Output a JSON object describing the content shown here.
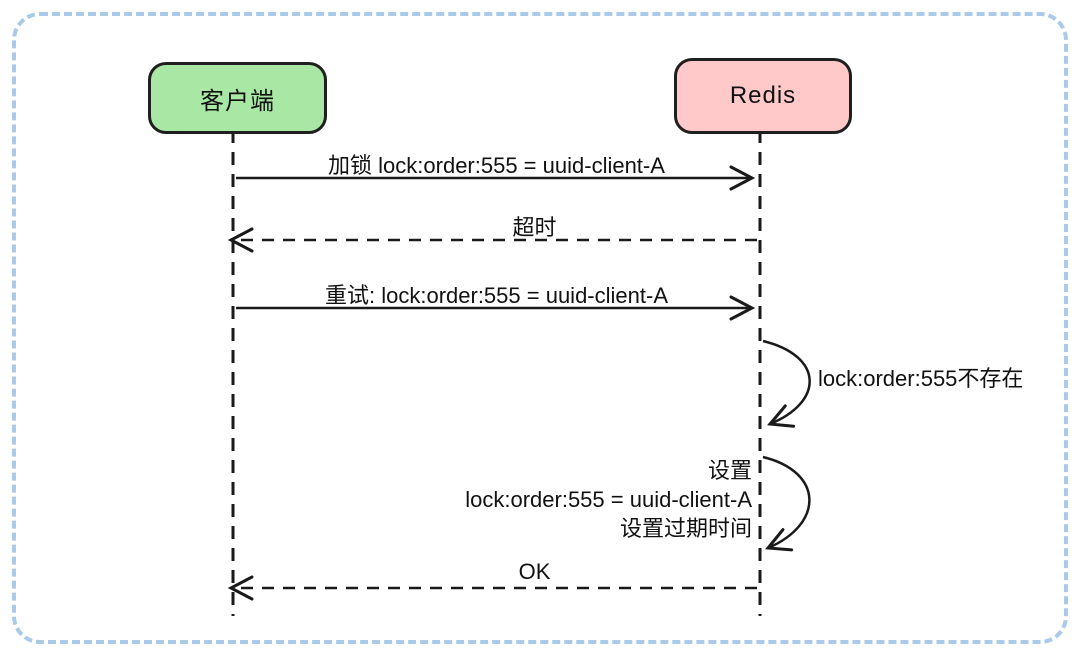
{
  "diagram": {
    "type": "sequence-diagram",
    "colors": {
      "frame_border": "#abc9e8",
      "stroke": "#1a1a1a",
      "actor_border": "#1f1f1f",
      "client_fill": "#a9e7a4",
      "redis_fill": "#ffc9c9"
    },
    "actors": [
      {
        "label": "客户端",
        "fill": "#a9e7a4"
      },
      {
        "label": "Redis",
        "fill": "#ffc9c9"
      }
    ],
    "messages": [
      {
        "label": "加锁 lock:order:555 = uuid-client-A",
        "style": "solid",
        "from": "客户端",
        "to": "Redis"
      },
      {
        "label": "超时",
        "style": "dashed",
        "from": "Redis",
        "to": "客户端"
      },
      {
        "label": "重试: lock:order:555 = uuid-client-A",
        "style": "solid",
        "from": "客户端",
        "to": "Redis"
      },
      {
        "label": "lock:order:555不存在",
        "style": "self-loop",
        "on": "Redis"
      },
      {
        "lines": [
          "设置",
          "lock:order:555 = uuid-client-A",
          "设置过期时间"
        ],
        "style": "self-loop",
        "on": "Redis"
      },
      {
        "label": "OK",
        "style": "dashed",
        "from": "Redis",
        "to": "客户端"
      }
    ]
  }
}
